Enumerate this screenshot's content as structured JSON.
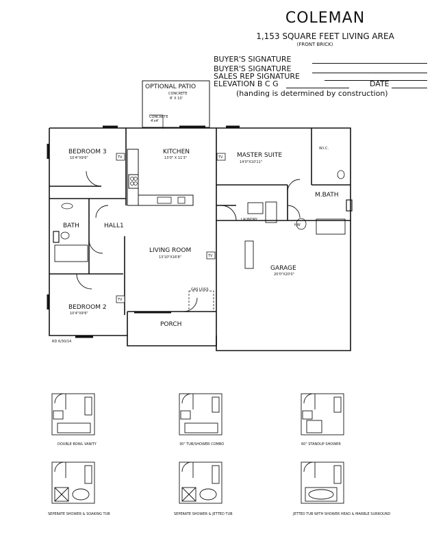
{
  "header": {
    "title": "COLEMAN",
    "subtitle": "1,153 SQUARE FEET LIVING AREA",
    "subnote": "(FRONT BRICK)",
    "signatures": [
      "BUYER'S SIGNATURE",
      "BUYER'S SIGNATURE",
      "SALES REP SIGNATURE",
      "ELEVATION B C G"
    ],
    "date_label": "DATE",
    "handing_note": "(handing is determined by construction)"
  },
  "rooms": {
    "optional_patio": "OPTIONAL PATIO",
    "patio_material": "CONCRETE",
    "patio_size": "8' X 10'",
    "stoop_material": "CONCRETE",
    "stoop_size": "4'x4'",
    "kitchen": "KITCHEN",
    "kitchen_dim": "13'0\" X 11'3\"",
    "bedroom3": "BEDROOM 3",
    "bedroom3_dim": "10'4\"X9'6\"",
    "master_suite": "MASTER SUITE",
    "master_suite_dim": "14'0\"X10'11\"",
    "wic": "W.I.C.",
    "mbath": "M.BATH",
    "laundry": "LAUNDRY",
    "bath": "BATH",
    "hall": "HALL1",
    "living_room": "LIVING ROOM",
    "living_room_dim": "13'10\"X16'8\"",
    "garage": "GARAGE",
    "garage_dim": "20'0\"X20'0\"",
    "bedroom2": "BEDROOM 2",
    "bedroom2_dim": "10'4\"X9'6\"",
    "porch": "PORCH",
    "tv": "TV",
    "hw": "HW",
    "gas_logs": "GAS LOGS",
    "revision": "RD 6/30/14"
  },
  "bath_options": [
    "DOUBLE BOWL VANITY",
    "30\" TUB/SHOWER COMBO",
    "60\" STANDUP SHOWER",
    "SEPERATE SHOWER & SOAKING TUB",
    "SEPERATE SHOWER & JETTED TUB",
    "JETTED TUB WITH SHOWER HEAD & MARBLE SURROUND"
  ]
}
